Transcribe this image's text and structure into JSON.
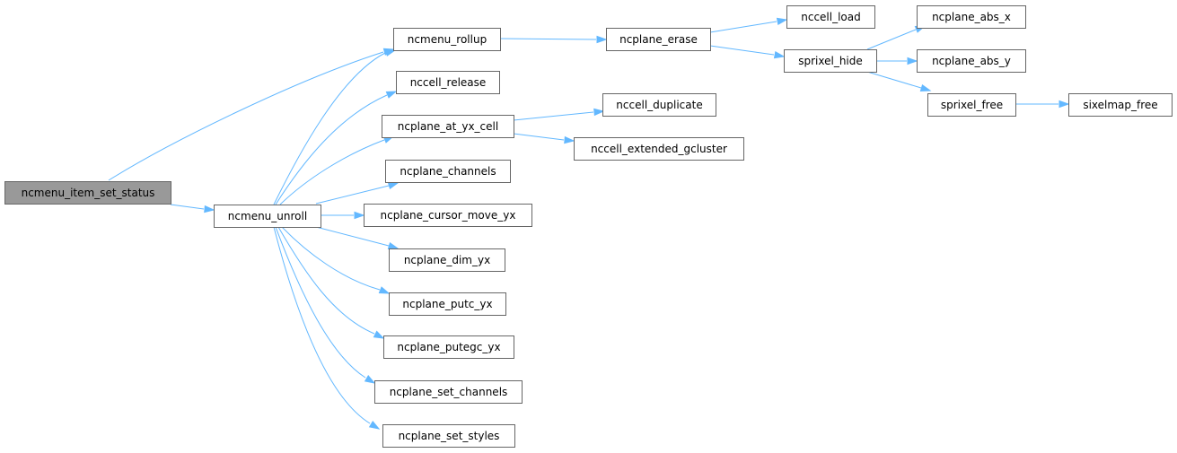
{
  "diagram": {
    "type": "call-graph",
    "colors": {
      "edge": "#63b8ff",
      "root_fill": "#999999",
      "node_fill": "#ffffff",
      "node_border": "#666666"
    },
    "nodes": [
      {
        "id": "ncmenu_item_set_status",
        "label": "ncmenu_item_set_status",
        "root": true
      },
      {
        "id": "ncmenu_rollup",
        "label": "ncmenu_rollup"
      },
      {
        "id": "ncmenu_unroll",
        "label": "ncmenu_unroll"
      },
      {
        "id": "ncplane_erase",
        "label": "ncplane_erase"
      },
      {
        "id": "nccell_load",
        "label": "nccell_load"
      },
      {
        "id": "sprixel_hide",
        "label": "sprixel_hide"
      },
      {
        "id": "ncplane_abs_x",
        "label": "ncplane_abs_x"
      },
      {
        "id": "ncplane_abs_y",
        "label": "ncplane_abs_y"
      },
      {
        "id": "sprixel_free",
        "label": "sprixel_free"
      },
      {
        "id": "sixelmap_free",
        "label": "sixelmap_free"
      },
      {
        "id": "nccell_release",
        "label": "nccell_release"
      },
      {
        "id": "ncplane_at_yx_cell",
        "label": "ncplane_at_yx_cell"
      },
      {
        "id": "nccell_duplicate",
        "label": "nccell_duplicate"
      },
      {
        "id": "nccell_extended_gcluster",
        "label": "nccell_extended_gcluster"
      },
      {
        "id": "ncplane_channels",
        "label": "ncplane_channels"
      },
      {
        "id": "ncplane_cursor_move_yx",
        "label": "ncplane_cursor_move_yx"
      },
      {
        "id": "ncplane_dim_yx",
        "label": "ncplane_dim_yx"
      },
      {
        "id": "ncplane_putc_yx",
        "label": "ncplane_putc_yx"
      },
      {
        "id": "ncplane_putegc_yx",
        "label": "ncplane_putegc_yx"
      },
      {
        "id": "ncplane_set_channels",
        "label": "ncplane_set_channels"
      },
      {
        "id": "ncplane_set_styles",
        "label": "ncplane_set_styles"
      }
    ],
    "edges": [
      {
        "from": "ncmenu_item_set_status",
        "to": "ncmenu_rollup"
      },
      {
        "from": "ncmenu_item_set_status",
        "to": "ncmenu_unroll"
      },
      {
        "from": "ncmenu_rollup",
        "to": "ncplane_erase"
      },
      {
        "from": "ncplane_erase",
        "to": "nccell_load"
      },
      {
        "from": "ncplane_erase",
        "to": "sprixel_hide"
      },
      {
        "from": "sprixel_hide",
        "to": "ncplane_abs_x"
      },
      {
        "from": "sprixel_hide",
        "to": "ncplane_abs_y"
      },
      {
        "from": "sprixel_hide",
        "to": "sprixel_free"
      },
      {
        "from": "sprixel_free",
        "to": "sixelmap_free"
      },
      {
        "from": "ncmenu_unroll",
        "to": "ncmenu_rollup"
      },
      {
        "from": "ncmenu_unroll",
        "to": "nccell_release"
      },
      {
        "from": "ncmenu_unroll",
        "to": "ncplane_at_yx_cell"
      },
      {
        "from": "ncmenu_unroll",
        "to": "ncplane_channels"
      },
      {
        "from": "ncmenu_unroll",
        "to": "ncplane_cursor_move_yx"
      },
      {
        "from": "ncmenu_unroll",
        "to": "ncplane_dim_yx"
      },
      {
        "from": "ncmenu_unroll",
        "to": "ncplane_putc_yx"
      },
      {
        "from": "ncmenu_unroll",
        "to": "ncplane_putegc_yx"
      },
      {
        "from": "ncmenu_unroll",
        "to": "ncplane_set_channels"
      },
      {
        "from": "ncmenu_unroll",
        "to": "ncplane_set_styles"
      },
      {
        "from": "ncplane_at_yx_cell",
        "to": "nccell_duplicate"
      },
      {
        "from": "ncplane_at_yx_cell",
        "to": "nccell_extended_gcluster"
      }
    ]
  }
}
